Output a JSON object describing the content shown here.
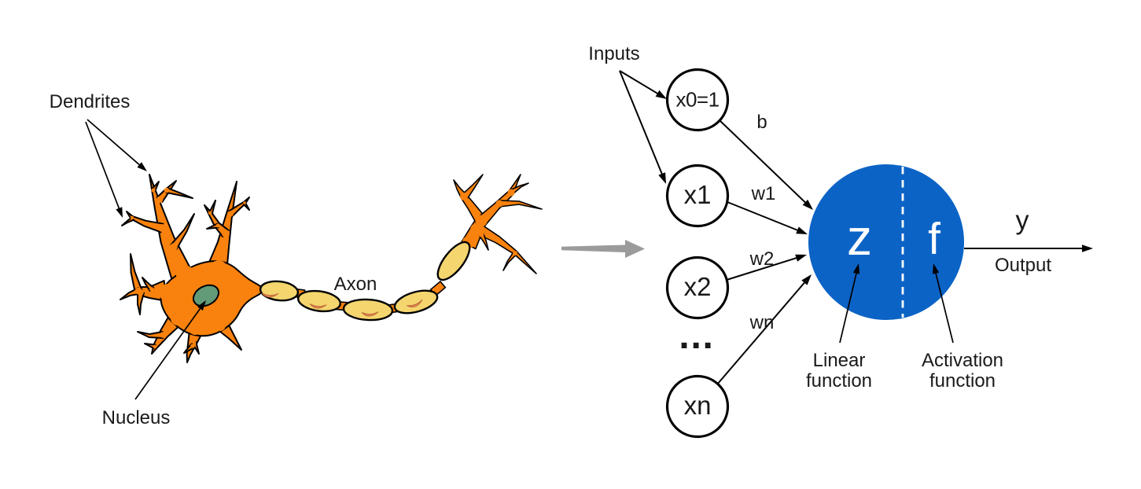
{
  "diagram": {
    "description": "Biological neuron to artificial neuron analogy diagram",
    "colors": {
      "neuron_body_orange": "#F8820D",
      "myelin_yellow": "#F4D56E",
      "nucleus_green": "#639A78",
      "perceptron_blue": "#0C63C6",
      "transition_arrow_gray": "#9B9B9B"
    }
  },
  "biological": {
    "dendrites_label": "Dendrites",
    "axon_label": "Axon",
    "nucleus_label": "Nucleus"
  },
  "artificial": {
    "inputs_label": "Inputs",
    "nodes": [
      {
        "id": "x0",
        "label": "x0=1"
      },
      {
        "id": "x1",
        "label": "x1"
      },
      {
        "id": "x2",
        "label": "x2"
      },
      {
        "id": "dots",
        "label": "..."
      },
      {
        "id": "xn",
        "label": "xn"
      }
    ],
    "weights": {
      "b": "b",
      "w1": "w1",
      "w2": "w2",
      "wn": "wn"
    },
    "neuron": {
      "linear_symbol": "z",
      "activation_symbol": "f"
    },
    "annotations": {
      "linear": "Linear function",
      "activation": "Activation function"
    },
    "output": {
      "arrow_label": "y",
      "caption": "Output"
    }
  }
}
